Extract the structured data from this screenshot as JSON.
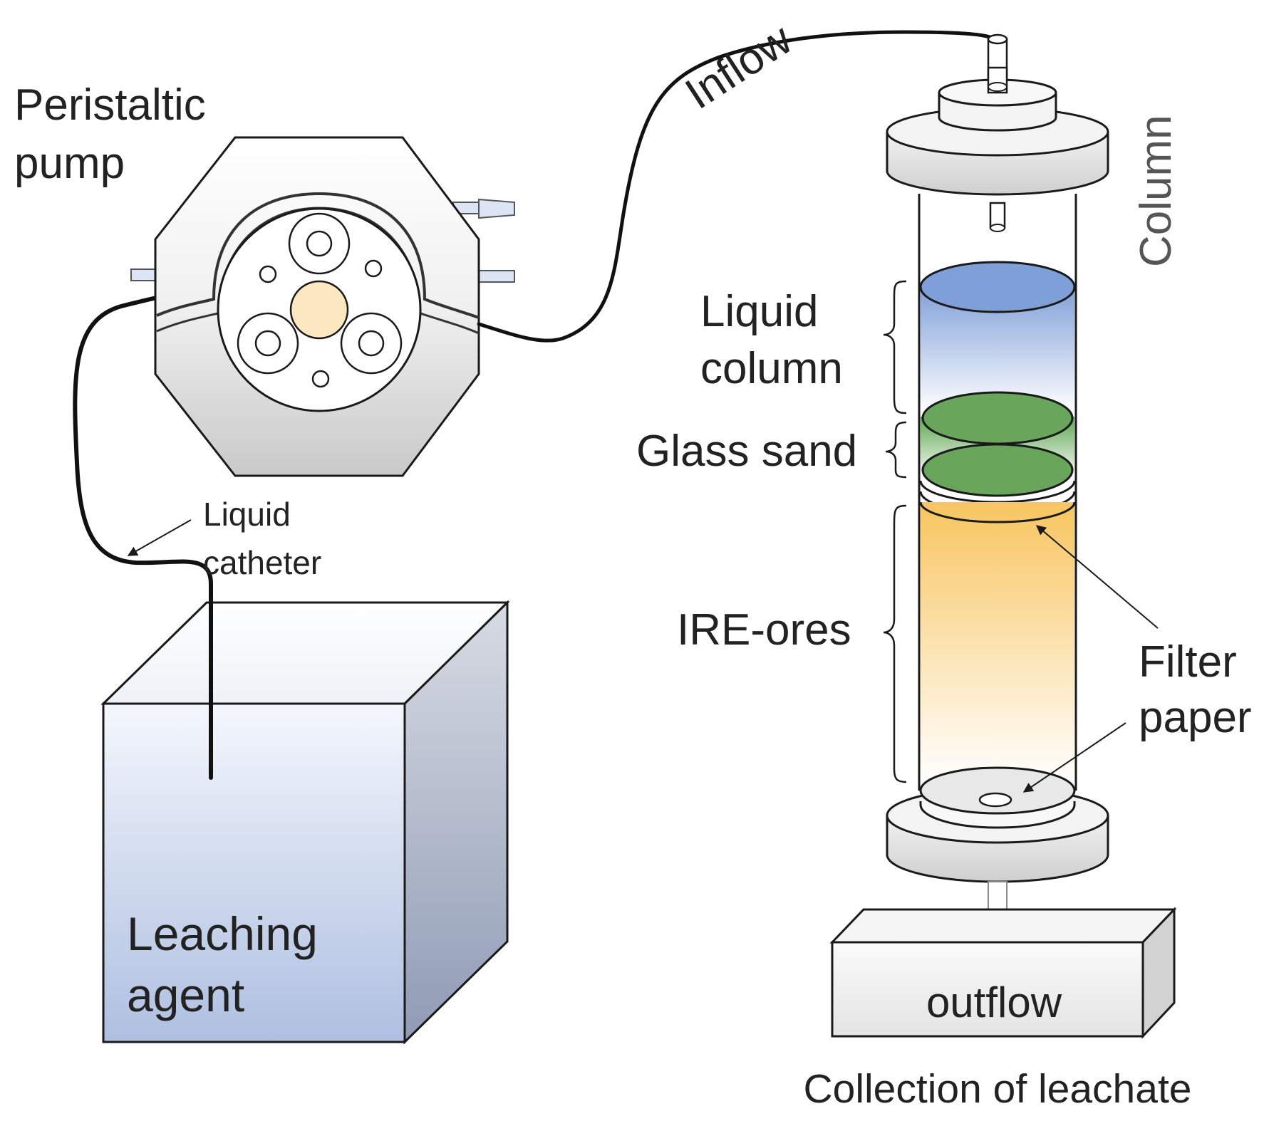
{
  "labels": {
    "pump": [
      "Peristaltic",
      "pump"
    ],
    "inflow": "Inflow",
    "column": "Column",
    "liquid_column": [
      "Liquid",
      "column"
    ],
    "glass_sand": "Glass sand",
    "ire_ores": "IRE-ores",
    "filter_paper": [
      "Filter",
      "paper"
    ],
    "liquid_catheter": [
      "Liquid",
      "catheter"
    ],
    "leaching_agent": [
      "Leaching",
      "agent"
    ],
    "outflow": "outflow",
    "collection": "Collection of leachate"
  },
  "colors": {
    "liquid_blue": "#7f9fd8",
    "glass_sand_green": "#6aa55c",
    "ore_orange": "#f8c560",
    "tank_blue": "#aebfe0",
    "pump_hub": "#fbe8c0",
    "outline": "#1a1a1a",
    "label_text": "#222222",
    "column_label": "#555555"
  },
  "icons": [
    "peristaltic-pump-icon",
    "column-icon",
    "tank-icon",
    "collector-icon"
  ]
}
